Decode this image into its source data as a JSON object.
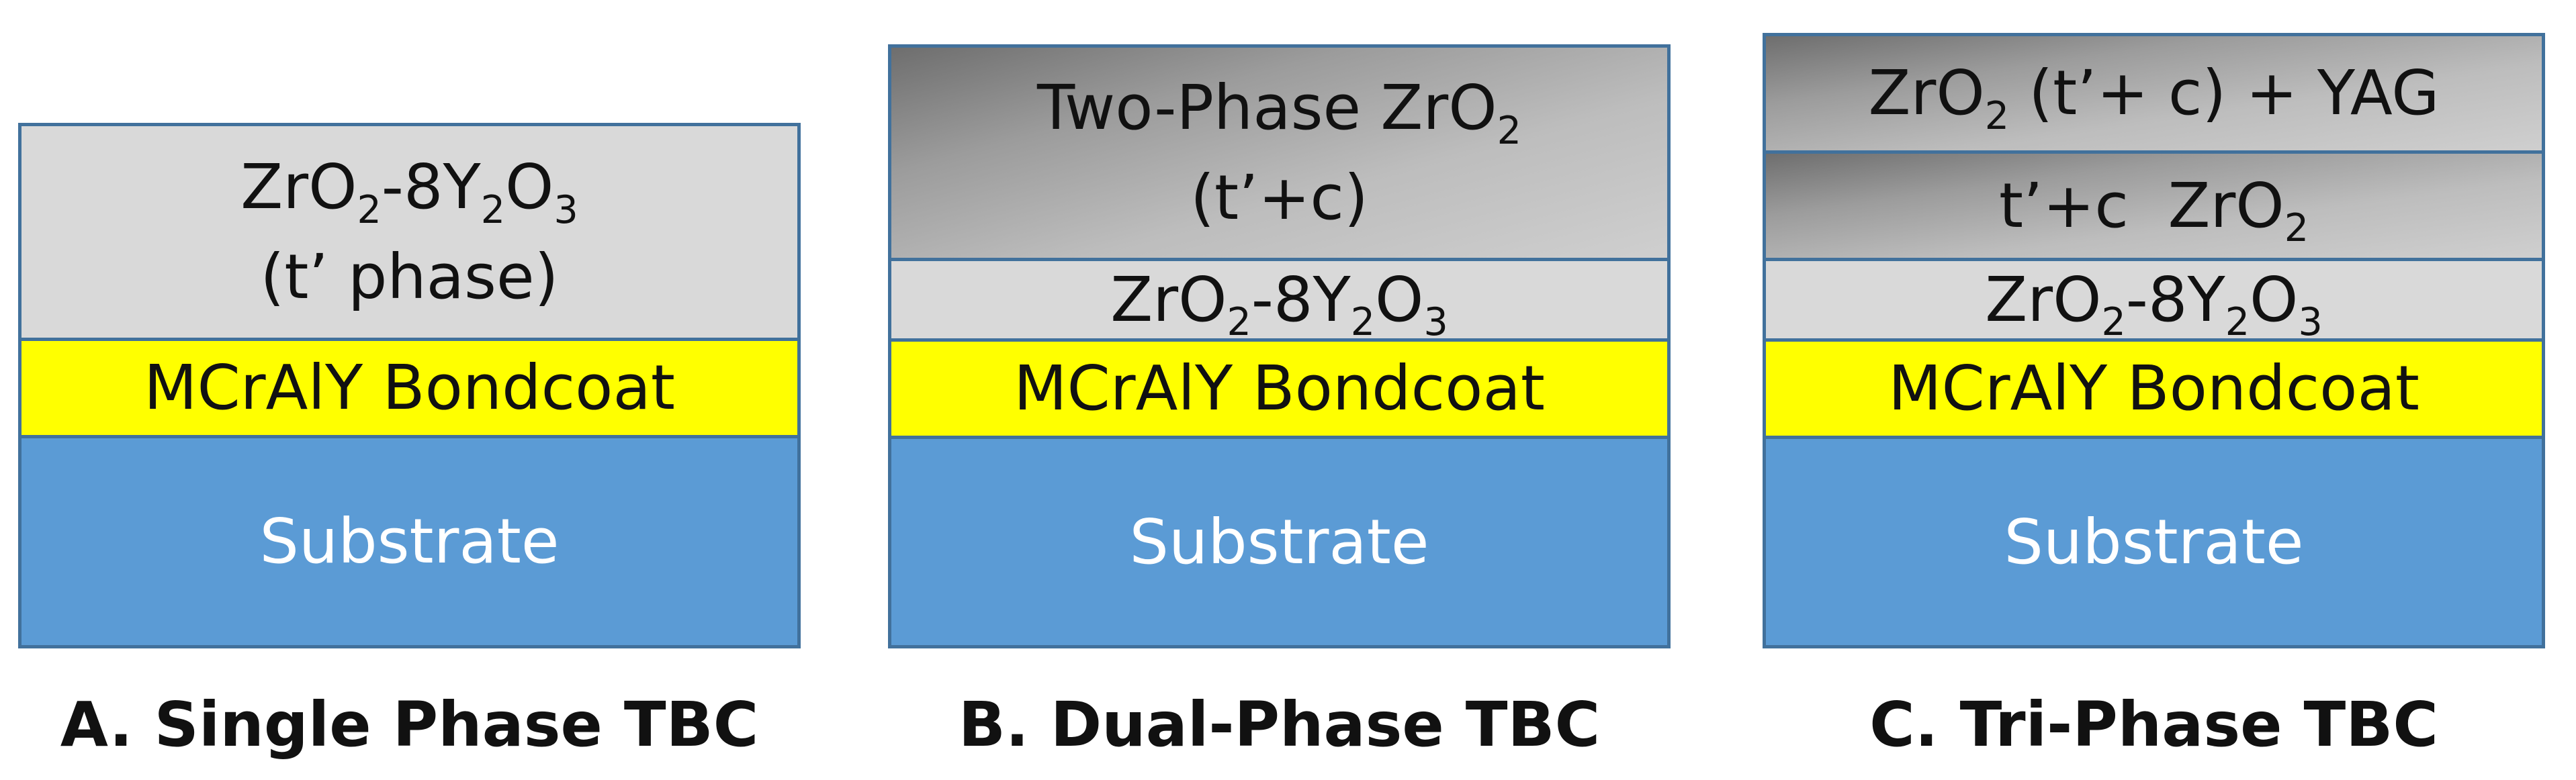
{
  "colors": {
    "border": "#41719c",
    "ysz": "#d9d9d9",
    "bondcoat": "#ffff00",
    "substrate": "#5b9bd5",
    "two_phase_gradient": [
      "#6e6e6e",
      "#cfcfcf"
    ]
  },
  "diagrams": [
    {
      "caption": "A. Single Phase TBC",
      "layers": [
        {
          "parts": [
            "ZrO",
            "2",
            "-8Y",
            "2",
            "O",
            "3"
          ],
          "line2": "(t’ phase)"
        },
        {
          "text": "MCrAlY Bondcoat"
        },
        {
          "text": "Substrate"
        }
      ]
    },
    {
      "caption": "B. Dual-Phase TBC",
      "layers": [
        {
          "parts": [
            "Two-Phase ZrO",
            "2"
          ],
          "line2": "(t’+c)"
        },
        {
          "parts": [
            "ZrO",
            "2",
            "-8Y",
            "2",
            "O",
            "3"
          ]
        },
        {
          "text": "MCrAlY Bondcoat"
        },
        {
          "text": "Substrate"
        }
      ]
    },
    {
      "caption": "C. Tri-Phase TBC",
      "layers": [
        {
          "parts": [
            "ZrO",
            "2",
            " (t’+ c) + YAG"
          ]
        },
        {
          "parts": [
            "t’+c  ZrO",
            "2"
          ]
        },
        {
          "parts": [
            "ZrO",
            "2",
            "-8Y",
            "2",
            "O",
            "3"
          ]
        },
        {
          "text": "MCrAlY Bondcoat"
        },
        {
          "text": "Substrate"
        }
      ]
    }
  ]
}
